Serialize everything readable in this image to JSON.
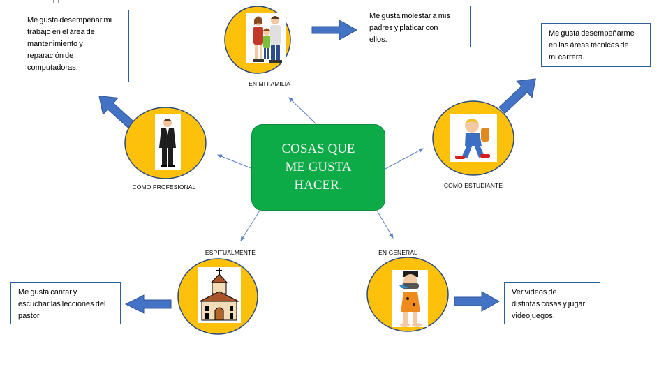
{
  "center_topic": [
    "COSAS QUE",
    "ME GUSTA",
    "HACER."
  ],
  "nodes": {
    "familia": {
      "label": "EN MI FAMILIA",
      "icon": "family-icon",
      "text": [
        "Me gusta molestar a mis",
        "padres y platicar con",
        "ellos."
      ]
    },
    "profesional": {
      "label": "COMO PROFESIONAL",
      "icon": "businessman-icon",
      "text": [
        "Me gusta desempeñar mi",
        "trabajo en el área de",
        "mantenimiento y",
        "reparación de",
        "computadoras."
      ]
    },
    "estudiante": {
      "label": "COMO ESTUDIANTE",
      "icon": "student-icon",
      "text": [
        "Me gusta desempeñarme",
        "en las áreas técnicas de",
        "mi carrera."
      ]
    },
    "espiritual": {
      "label": "ESPITUALMENTE",
      "icon": "church-icon",
      "text": [
        "Me gusta cantar y",
        "escuchar las lecciones del",
        "pastor."
      ]
    },
    "general": {
      "label": "EN GENERAL",
      "icon": "cartoon-character-icon",
      "text": [
        "Ver videos de",
        "distintas cosas y jugar",
        "videojuegos."
      ]
    }
  },
  "colors": {
    "circle_fill": "#fec10b",
    "circle_stroke": "#2e4a7a",
    "center_fill": "#0cab48",
    "center_text": "#f2f2f2",
    "block_arrow": "#4472c4",
    "connector": "#5b82c4"
  }
}
